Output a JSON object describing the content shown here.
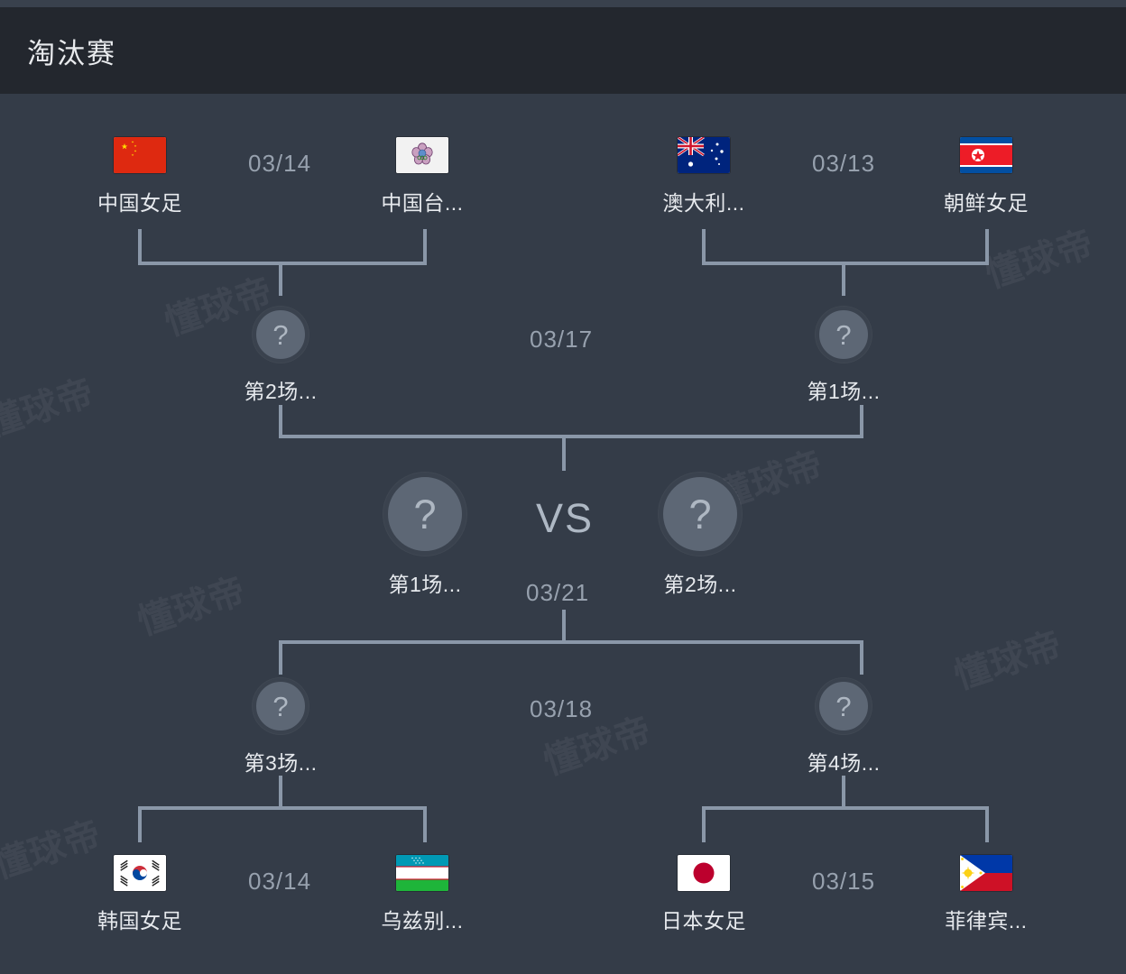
{
  "header": {
    "title": "淘汰赛"
  },
  "watermark": {
    "text": "懂球帝"
  },
  "colors": {
    "page_background": "#343c48",
    "header_background": "#23272e",
    "connector_line": "#8a97a8",
    "text_primary": "#e6e9ed",
    "text_muted": "#97a1ae",
    "slot_fill": "#5d6775"
  },
  "bracket": {
    "vs_label": "VS",
    "quarterfinals_top": [
      {
        "match_id": "qf-top-left",
        "date": "03/14",
        "home": {
          "name": "中国女足",
          "flag": "china-flag"
        },
        "away": {
          "name": "中国台...",
          "flag": "chinese-taipei-flag"
        }
      },
      {
        "match_id": "qf-top-right",
        "date": "03/13",
        "home": {
          "name": "澳大利...",
          "flag": "australia-flag"
        },
        "away": {
          "name": "朝鲜女足",
          "flag": "north-korea-flag"
        }
      }
    ],
    "quarterfinals_bottom": [
      {
        "match_id": "qf-bottom-left",
        "date": "03/14",
        "home": {
          "name": "韩国女足",
          "flag": "south-korea-flag"
        },
        "away": {
          "name": "乌兹别...",
          "flag": "uzbekistan-flag"
        }
      },
      {
        "match_id": "qf-bottom-right",
        "date": "03/15",
        "home": {
          "name": "日本女足",
          "flag": "japan-flag"
        },
        "away": {
          "name": "菲律宾...",
          "flag": "philippines-flag"
        }
      }
    ],
    "semifinal_top": {
      "match_id": "sf-top",
      "date": "03/17",
      "left": {
        "label": "第2场...",
        "icon": "question-mark-icon"
      },
      "right": {
        "label": "第1场...",
        "icon": "question-mark-icon"
      }
    },
    "semifinal_bottom": {
      "match_id": "sf-bottom",
      "date": "03/18",
      "left": {
        "label": "第3场...",
        "icon": "question-mark-icon"
      },
      "right": {
        "label": "第4场...",
        "icon": "question-mark-icon"
      }
    },
    "final": {
      "match_id": "final",
      "date": "03/21",
      "left": {
        "label": "第1场...",
        "icon": "question-mark-icon"
      },
      "right": {
        "label": "第2场...",
        "icon": "question-mark-icon"
      }
    }
  }
}
